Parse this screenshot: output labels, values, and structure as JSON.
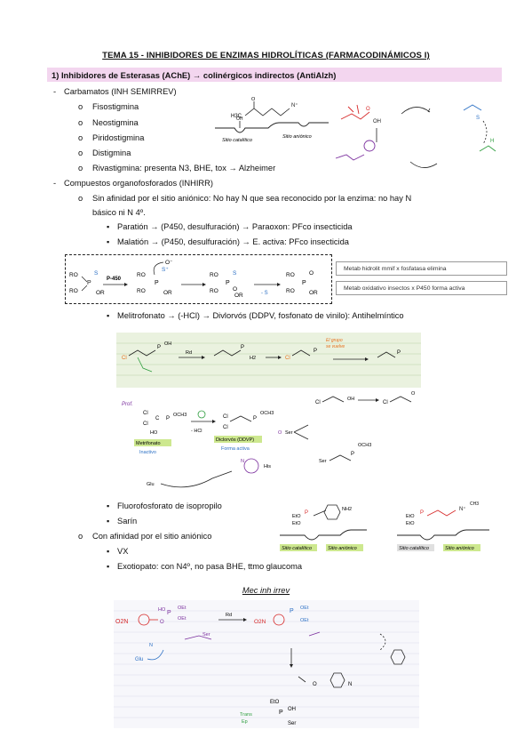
{
  "title": "TEMA 15 - INHIBIDORES DE ENZIMAS HIDROLÍTICAS (FARMACODINÁMICOS I)",
  "section1": "1)   Inhibidores de Esterasas (AChE) → colinérgicos indirectos (AntiAlzh)",
  "bullets": {
    "carbamatos": "Carbamatos (INH SEMIRREV)",
    "fisostigmina": "Fisostigmina",
    "neostigmina": "Neostigmina",
    "piridostigmina": "Piridostigmina",
    "distigmina": "Distigmina",
    "rivastigmina": "Rivastigmina: presenta N3, BHE, tox → Alzheimer",
    "organofosforados": "Compuestos organofosforados (INHIRR)",
    "sin_afinidad_1": "Sin afinidad por el sitio aniónico: No hay N que sea reconocido por la enzima: no hay N",
    "sin_afinidad_2": "básico ni N 4º.",
    "paration": "Paratión → (P450, desulfuración) → Paraoxon: PFco insecticida",
    "malation": "Malatión → (P450, desulfuración) → E. activa: PFco insecticida",
    "metrifonato": "Melitrofonato → (-HCl) → Divlorvós (DDPV, fosfonato de vinilo): Antihelmíntico",
    "fluoro": "Fluorofosforato de isopropilo",
    "sarin": "Sarín",
    "con_afinidad": "Con afinidad por el sitio aniónico",
    "vx": "VX",
    "exotiopato": "Exotiopato: con N4º, no pasa BHE, ttmo glaucoma"
  },
  "notes": {
    "hidrolit": "Metab hidrolit mmif x fosfatasa elimina",
    "oxidativo": "Metab oxidativo insectos x P450 forma activa"
  },
  "mec_title": "Mec inh irrev",
  "fig_labels": {
    "sitio_cat": "Sitio catalítico",
    "sitio_ani": "Sitio aniónico",
    "p450": "P-450",
    "minus_s": "- S",
    "ro": "RO",
    "or": "OR",
    "metrifonato": "Metrifonato",
    "inactivo": "Inactivo",
    "diclorvos": "Diclorvós (DDVP)",
    "forma_activa": "Forma activa",
    "ser": "Ser",
    "glu": "Glu",
    "his": "His",
    "hcl": "- HCl",
    "och3": "OCH3",
    "h3c": "H3C",
    "nh2": "NH2",
    "eto": "EtO",
    "rd": "Rd"
  },
  "colors": {
    "section_bg": "#f3d6ef",
    "highlight": "#cde88f",
    "red": "#d62828",
    "purple": "#7b2f9e",
    "blue": "#2a6fc4",
    "orange": "#e5701c"
  }
}
